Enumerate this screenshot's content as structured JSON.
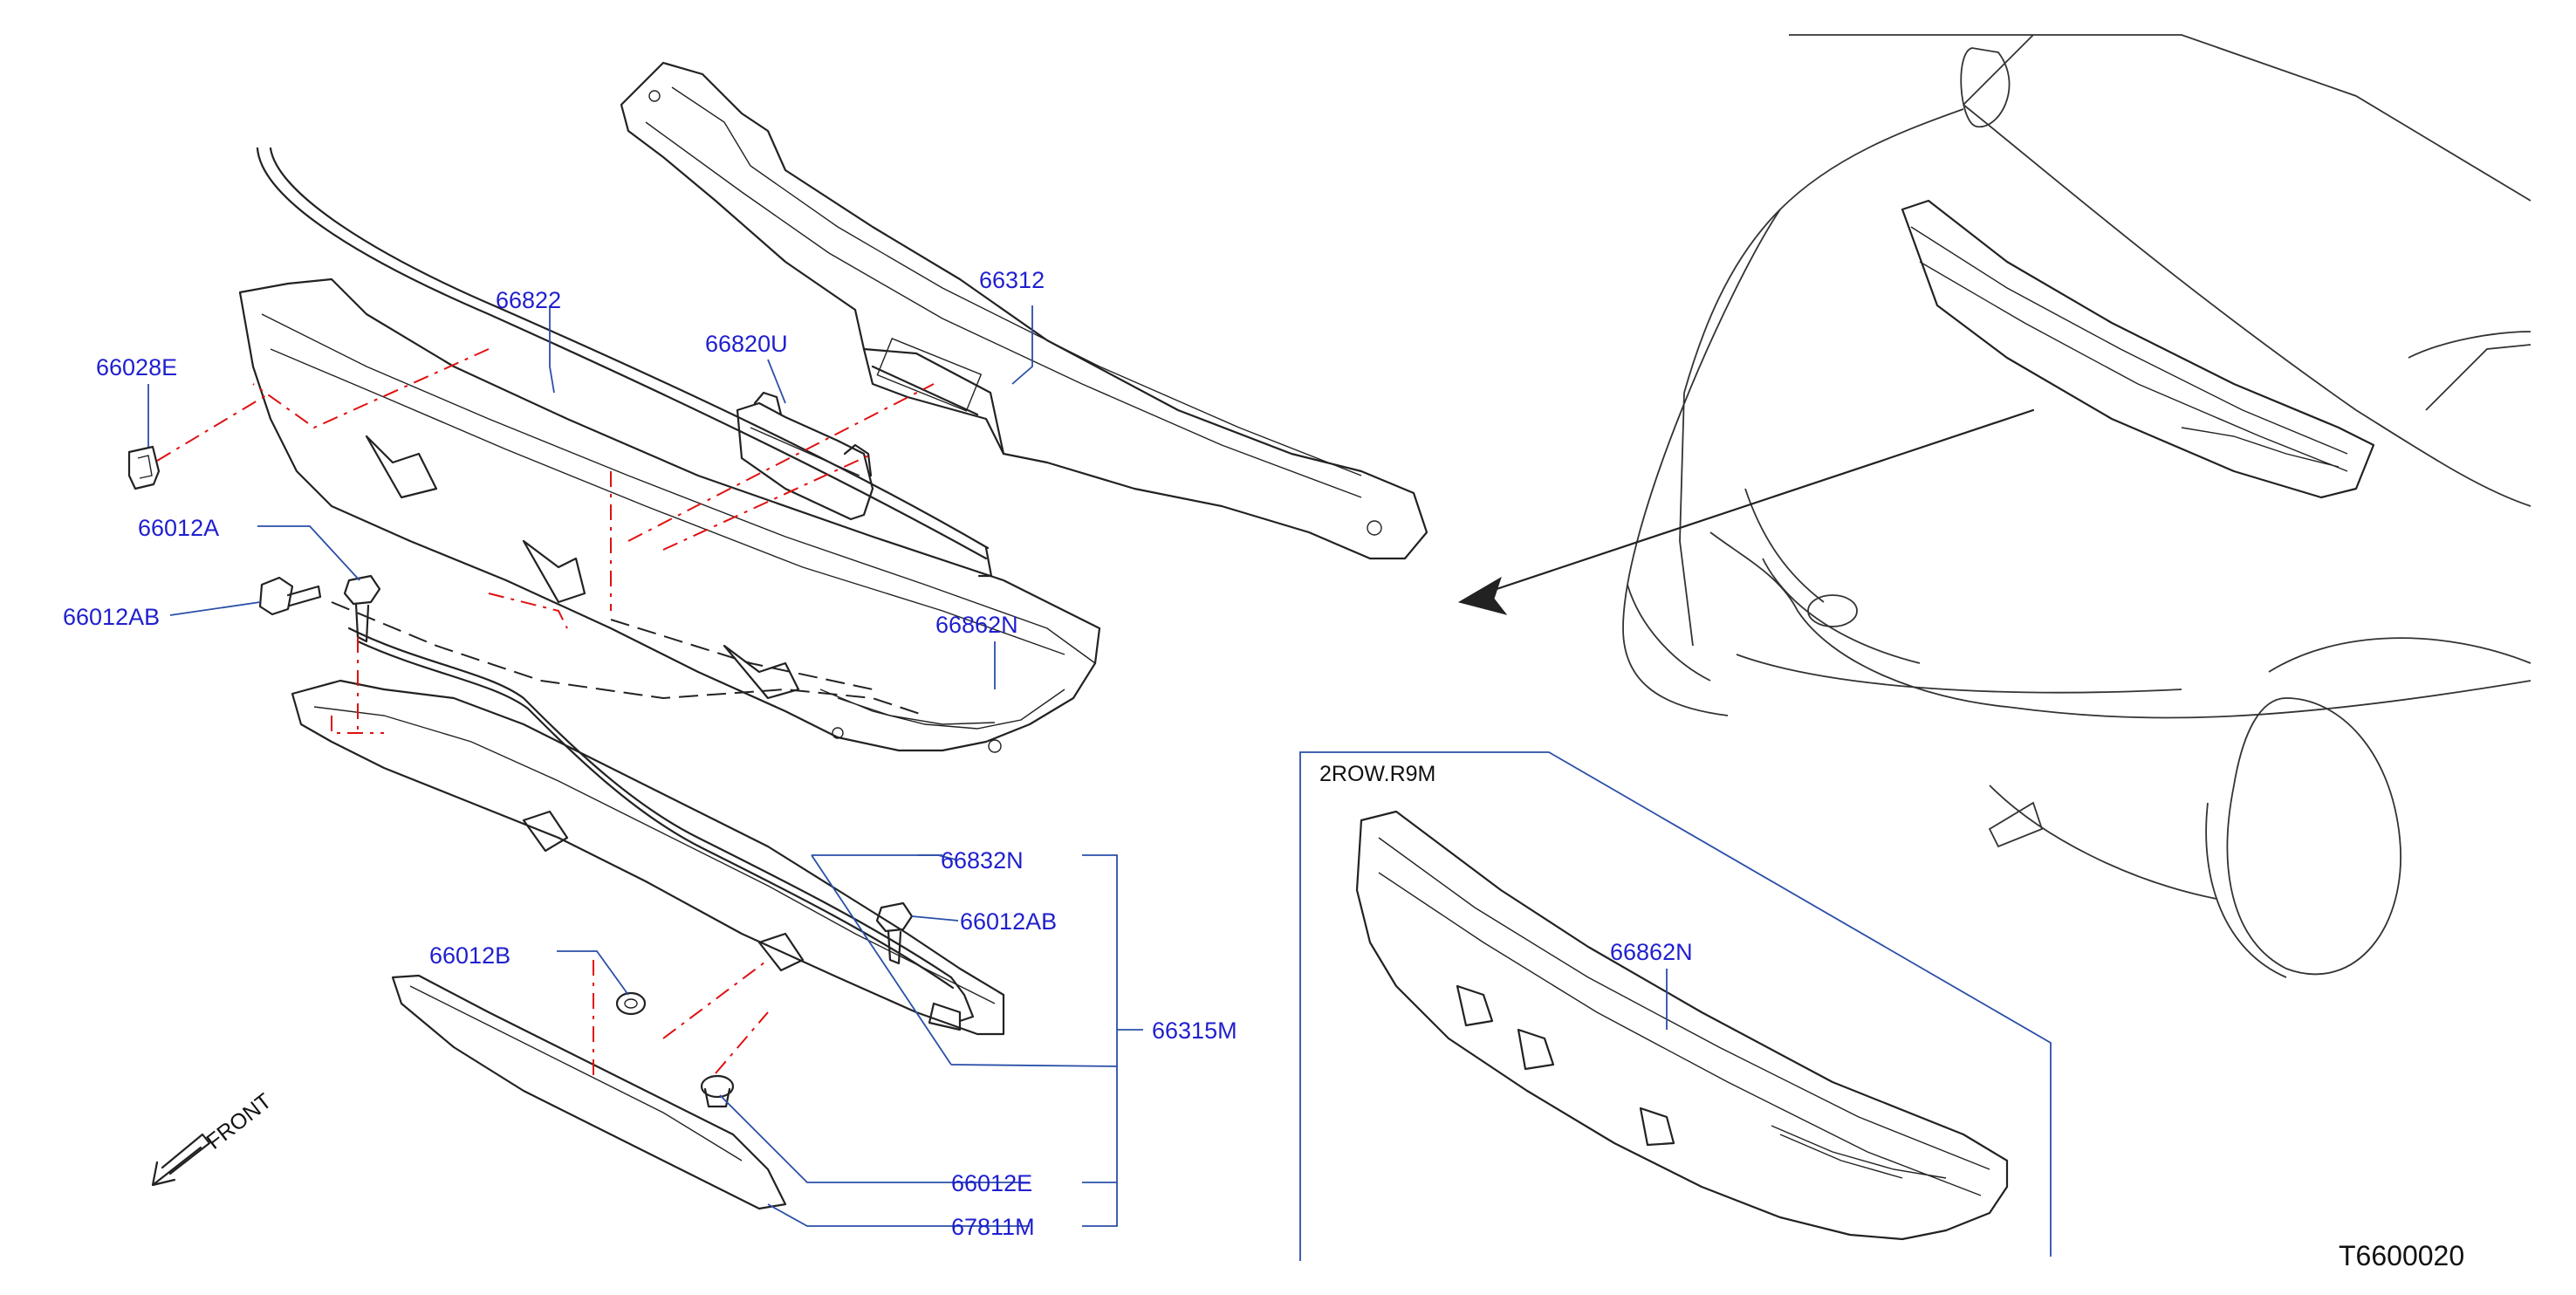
{
  "parts": {
    "p66028E": "66028E",
    "p66822": "66822",
    "p66820U": "66820U",
    "p66312": "66312",
    "p66012A": "66012A",
    "p66012AB_a": "66012AB",
    "p66862N_a": "66862N",
    "p66832N": "66832N",
    "p66012AB_b": "66012AB",
    "p66012B": "66012B",
    "p66315M": "66315M",
    "p66012E": "66012E",
    "p67811M": "67811M",
    "p66862N_b": "66862N"
  },
  "front_label": "FRONT",
  "inset_title": "2ROW.R9M",
  "diagram_id": "T6600020",
  "colors": {
    "label": "#1f1fcf",
    "leader": "#2a4fa8",
    "hidden_line": "#e01010",
    "line": "#222222"
  }
}
